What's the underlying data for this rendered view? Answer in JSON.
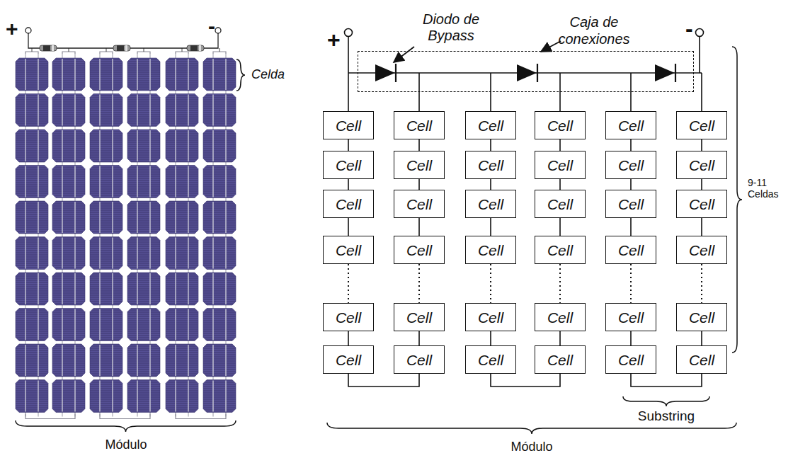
{
  "diagram": {
    "nodes": [
      {
        "text": [
          "Caja de conexiones"
        ]
      },
      {
        "text": [
          "Cell"
        ]
      },
      {
        "text": [
          "Cell"
        ]
      },
      {
        "text": [
          "Cell"
        ]
      },
      {
        "text": [
          "Cell"
        ]
      },
      {
        "text": [
          "Cell"
        ]
      },
      {
        "text": [
          "Cell"
        ]
      },
      {
        "text": [
          "Cell"
        ]
      },
      {
        "text": [
          "Cell"
        ]
      },
      {
        "text": [
          "Cell"
        ]
      },
      {
        "text": [
          "Cell"
        ]
      },
      {
        "text": [
          "Cell"
        ]
      },
      {
        "text": [
          "Cell"
        ]
      },
      {
        "text": [
          "Cell"
        ]
      },
      {
        "text": [
          "Cell"
        ]
      },
      {
        "text": [
          "Cell"
        ]
      },
      {
        "text": [
          "Cell"
        ]
      },
      {
        "text": [
          "Cell"
        ]
      },
      {
        "text": [
          "Cell"
        ]
      },
      {
        "text": [
          "Cell"
        ]
      },
      {
        "text": [
          "Cell"
        ]
      },
      {
        "text": [
          "Cell"
        ]
      },
      {
        "text": [
          "Cell"
        ]
      },
      {
        "text": [
          "Cell"
        ]
      },
      {
        "text": [
          "Cell"
        ]
      },
      {
        "text": [
          "Cell"
        ]
      },
      {
        "text": [
          "Cell"
        ]
      },
      {
        "text": [
          "Cell"
        ]
      },
      {
        "text": [
          "Cell"
        ]
      },
      {
        "text": [
          "Cell"
        ]
      },
      {
        "text": [
          "Cell"
        ]
      },
      {
        "text": [
          "Cell"
        ]
      },
      {
        "text": [
          "Cell"
        ]
      },
      {
        "text": [
          "Cell"
        ]
      },
      {
        "text": [
          "Cell"
        ]
      },
      {
        "text": [
          "Cell"
        ]
      },
      {
        "text": [
          "Cell"
        ]
      }
    ],
    "edges": [
      {
        "from": 1,
        "to": 7,
        "arrow": "none"
      },
      {
        "from": 2,
        "to": 8,
        "arrow": "none"
      },
      {
        "from": 3,
        "to": 9,
        "arrow": "none"
      },
      {
        "from": 4,
        "to": 10,
        "arrow": "none"
      },
      {
        "from": 5,
        "to": 11,
        "arrow": "none"
      },
      {
        "from": 6,
        "to": 12,
        "arrow": "none"
      },
      {
        "from": 7,
        "to": 13,
        "arrow": "none"
      },
      {
        "from": 8,
        "to": 14,
        "arrow": "none"
      },
      {
        "from": 9,
        "to": 15,
        "arrow": "none"
      },
      {
        "from": 10,
        "to": 16,
        "arrow": "none"
      },
      {
        "from": 11,
        "to": 17,
        "arrow": "none"
      },
      {
        "from": 12,
        "to": 18,
        "arrow": "none"
      },
      {
        "from": 13,
        "to": 19,
        "arrow": "none"
      },
      {
        "from": 14,
        "to": 20,
        "arrow": "none"
      },
      {
        "from": 15,
        "to": 21,
        "arrow": "none"
      },
      {
        "from": 16,
        "to": 22,
        "arrow": "none"
      },
      {
        "from": 17,
        "to": 23,
        "arrow": "none"
      },
      {
        "from": 18,
        "to": 24,
        "arrow": "none"
      },
      {
        "from": 19,
        "to": 25,
        "arrow": "none"
      },
      {
        "from": 20,
        "to": 26,
        "arrow": "none"
      },
      {
        "from": 21,
        "to": 27,
        "arrow": "none"
      },
      {
        "from": 22,
        "to": 28,
        "arrow": "none"
      },
      {
        "from": 23,
        "to": 29,
        "arrow": "none"
      },
      {
        "from": 24,
        "to": 30,
        "arrow": "none"
      },
      {
        "from": 25,
        "to": 31,
        "arrow": "none"
      },
      {
        "from": 26,
        "to": 32,
        "arrow": "none"
      },
      {
        "from": 27,
        "to": 33,
        "arrow": "none"
      },
      {
        "from": 28,
        "to": 34,
        "arrow": "none"
      },
      {
        "from": 29,
        "to": 35,
        "arrow": "none"
      },
      {
        "from": 30,
        "to": 36,
        "arrow": "none"
      },
      {
        "from": 31,
        "to": 32,
        "arrow": "none"
      },
      {
        "from": 33,
        "to": 34,
        "arrow": "none"
      },
      {
        "from": 35,
        "to": 36,
        "arrow": "none"
      }
    ],
    "labels": [
      "+",
      "-",
      "Diodo de Bypass",
      "+",
      "-",
      "Celda",
      "9-11 Celdas",
      "Substring",
      "Módulo",
      "Módulo"
    ]
  }
}
